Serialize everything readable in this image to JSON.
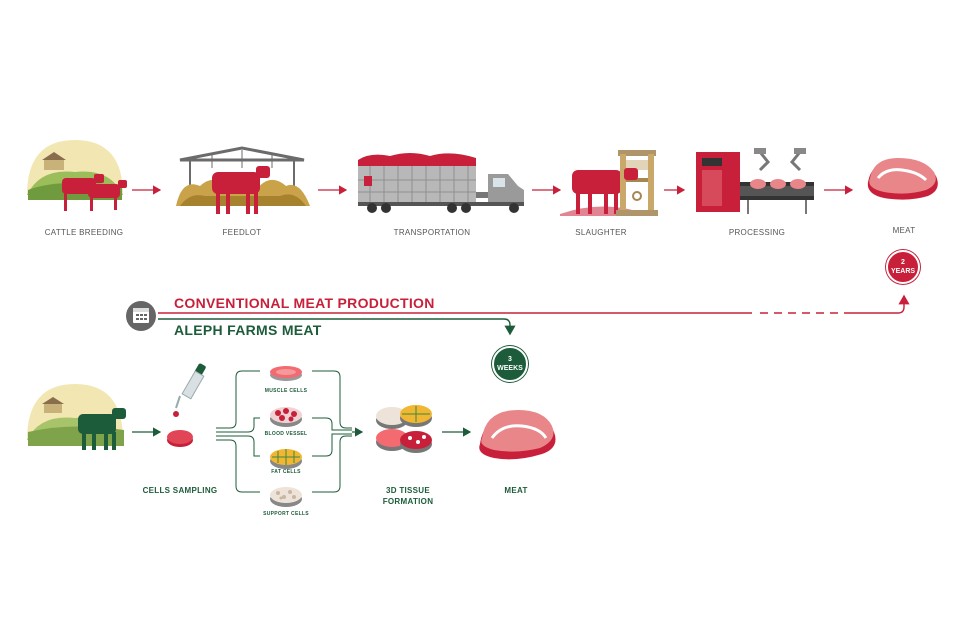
{
  "conventional": {
    "heading": "CONVENTIONAL MEAT PRODUCTION",
    "steps": [
      "CATTLE BREEDING",
      "FEEDLOT",
      "TRANSPORTATION",
      "SLAUGHTER",
      "PROCESSING",
      "MEAT"
    ],
    "duration_value": "2",
    "duration_unit": "YEARS"
  },
  "aleph": {
    "heading": "ALEPH FARMS MEAT",
    "cells_sampling": "CELLS SAMPLING",
    "cell_types": [
      "MUSCLE CELLS",
      "BLOOD VESSEL",
      "FAT CELLS",
      "SUPPORT CELLS"
    ],
    "tissue_line1": "3D TISSUE",
    "tissue_line2": "FORMATION",
    "meat": "MEAT",
    "duration_value": "3",
    "duration_unit": "WEEKS"
  },
  "colors": {
    "red": "#c8203a",
    "green": "#1d5c3a",
    "meat_pink": "#e8868a",
    "grey_icon": "#666666"
  }
}
